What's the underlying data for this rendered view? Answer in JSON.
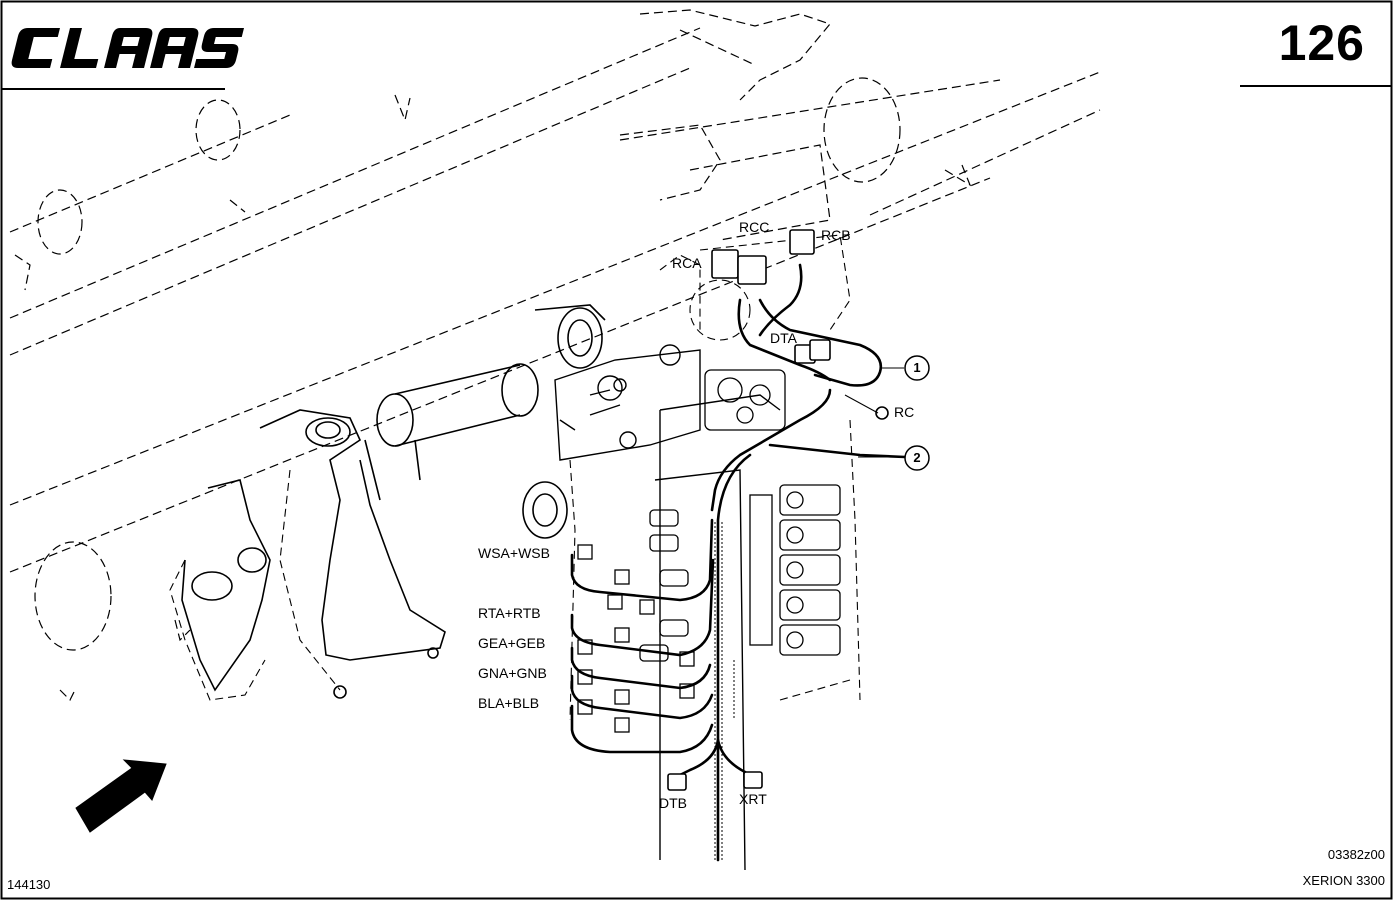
{
  "header": {
    "brand": "CLAAS",
    "page_number": "126"
  },
  "diagram": {
    "labels": {
      "rcc": "RCC",
      "rcb": "RCB",
      "rca": "RCA",
      "dta": "DTA",
      "rc": "RC",
      "wsa_wsb": "WSA+WSB",
      "rta_rtb": "RTA+RTB",
      "gea_geb": "GEA+GEB",
      "gna_gnb": "GNA+GNB",
      "bla_blb": "BLA+BLB",
      "dtb": "DTB",
      "xrt": "XRT"
    },
    "callouts": {
      "one": "1",
      "two": "2"
    }
  },
  "footer": {
    "document_id": "144130",
    "drawing_code": "03382z00",
    "model": "XERION 3300"
  }
}
